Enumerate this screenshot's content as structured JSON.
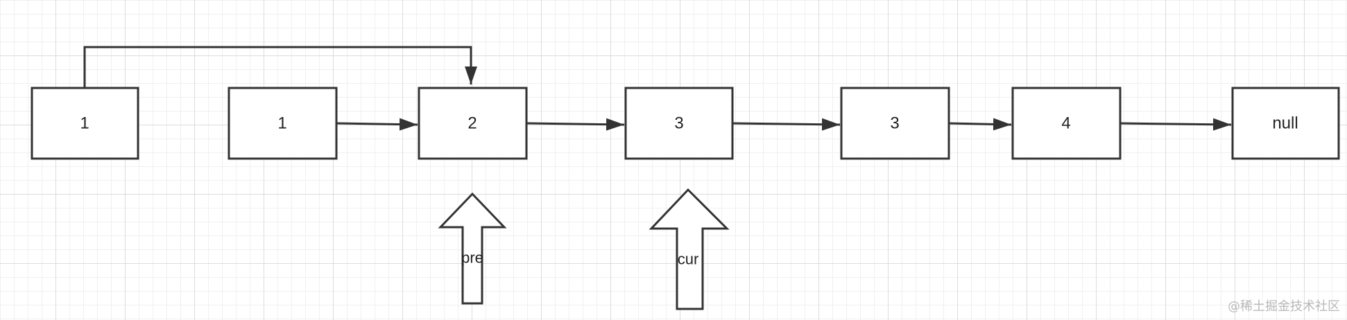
{
  "nodes": [
    "1",
    "1",
    "2",
    "3",
    "3",
    "4",
    "null"
  ],
  "pointers": {
    "pre": "pre",
    "cur": "cur"
  },
  "watermark": "@稀土掘金技术社区",
  "colors": {
    "stroke": "#333333",
    "node_fill": "#ffffff",
    "background": "#ffffff",
    "grid": "#dcdcdc"
  }
}
